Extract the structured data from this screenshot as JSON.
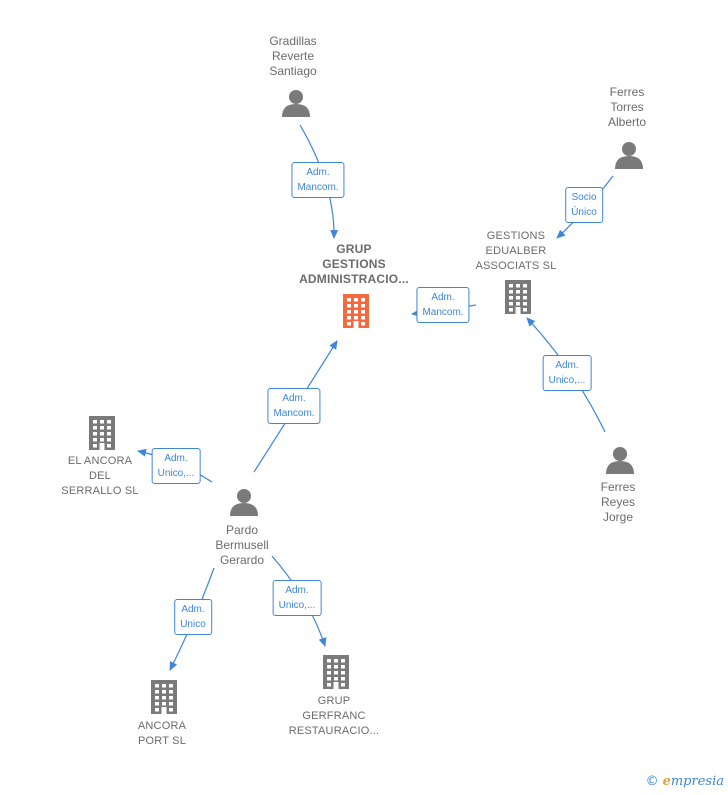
{
  "nodes": [
    {
      "id": "grup_gestions",
      "type": "company",
      "focus": true,
      "label": "GRUP\nGESTIONS\nADMINISTRACIO..."
    },
    {
      "id": "gradillas",
      "type": "person",
      "label": "Gradillas\nReverte\nSantiago"
    },
    {
      "id": "ferres_alberto",
      "type": "person",
      "label": "Ferres\nTorres\nAlberto"
    },
    {
      "id": "gestions_edualber",
      "type": "company",
      "label": "GESTIONS\nEDUALBER\nASSOCIATS SL"
    },
    {
      "id": "ferres_jorge",
      "type": "person",
      "label": "Ferres\nReyes\nJorge"
    },
    {
      "id": "el_ancora",
      "type": "company",
      "label": "EL ANCORA\nDEL\nSERRALLO SL"
    },
    {
      "id": "pardo",
      "type": "person",
      "label": "Pardo\nBermusell\nGerardo"
    },
    {
      "id": "ancora_port",
      "type": "company",
      "label": "ANCORA\nPORT  SL"
    },
    {
      "id": "grup_gerfranc",
      "type": "company",
      "label": "GRUP\nGERFRANC\nRESTAURACIO..."
    }
  ],
  "edges": [
    {
      "from": "gradillas",
      "to": "grup_gestions",
      "label": "Adm.\nMancom."
    },
    {
      "from": "ferres_alberto",
      "to": "gestions_edualber",
      "label": "Socio\nÚnico"
    },
    {
      "from": "gestions_edualber",
      "to": "grup_gestions",
      "label": "Adm.\nMancom."
    },
    {
      "from": "ferres_jorge",
      "to": "gestions_edualber",
      "label": "Adm.\nUnico,..."
    },
    {
      "from": "pardo",
      "to": "grup_gestions",
      "label": "Adm.\nMancom."
    },
    {
      "from": "pardo",
      "to": "el_ancora",
      "label": "Adm.\nUnico,..."
    },
    {
      "from": "pardo",
      "to": "ancora_port",
      "label": "Adm.\nUnico"
    },
    {
      "from": "pardo",
      "to": "grup_gerfranc",
      "label": "Adm.\nUnico,..."
    }
  ],
  "colors": {
    "edge": "#3d86d8",
    "icon": "#7a7a7a",
    "focus_icon": "#f26a3d",
    "text": "#6b6b6b"
  },
  "brand": {
    "copyright": "©",
    "name": "mpresia",
    "initial": "e"
  }
}
